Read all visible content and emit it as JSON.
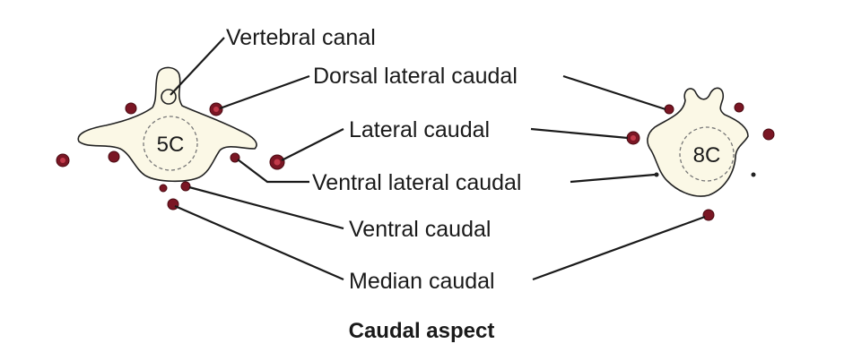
{
  "labels": {
    "vertebral_canal": "Vertebral canal",
    "dorsal_lateral_caudal": "Dorsal lateral caudal",
    "lateral_caudal": "Lateral caudal",
    "ventral_lateral_caudal": "Ventral lateral caudal",
    "ventral_caudal": "Ventral caudal",
    "median_caudal": "Median caudal"
  },
  "vertebrae": {
    "left": "5C",
    "right": "8C"
  },
  "caption": "Caudal aspect",
  "colors": {
    "vessel": "#7a1624",
    "bone": "#fbf8e6"
  }
}
